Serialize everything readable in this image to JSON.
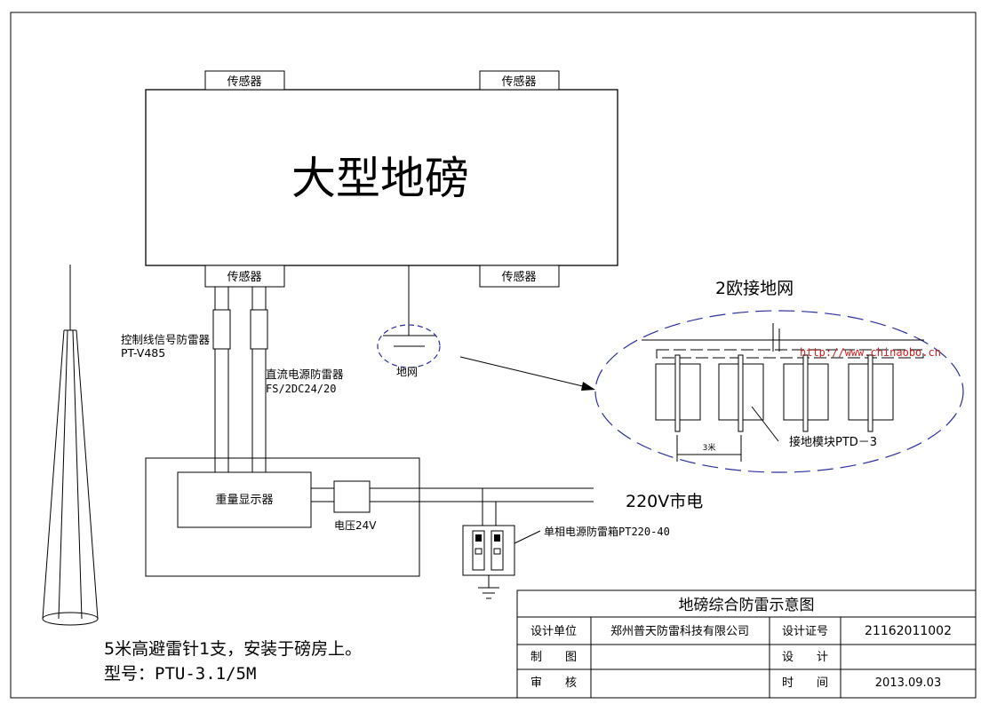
{
  "scale": {
    "title": "大型地磅",
    "sensor_label": "传感器"
  },
  "labels": {
    "signal_spd": "控制线信号防雷器",
    "signal_spd_model": "PT-V485",
    "dc_spd": "直流电源防雷器",
    "dc_spd_model": "FS/2DC24/20",
    "ground_net": "地网",
    "ground_grid_title": "2欧接地网",
    "watermark": "http://www.chinaobo.cn",
    "ground_module": "接地模块PTD－3",
    "spacing": "3米",
    "display": "重量显示器",
    "voltage": "电压24V",
    "mains": "220V市电",
    "ac_spd": "单相电源防雷箱PT220-40",
    "rod_line1": "5米高避雷针1支，安装于磅房上。",
    "rod_line2": "型号：PTU-3.1/5M"
  },
  "title_block": {
    "title": "地磅综合防雷示意图",
    "design_unit_label": "设计单位",
    "design_unit_value": "郑州普天防雷科技有限公司",
    "cert_label": "设计证号",
    "cert_value": "21162011002",
    "drawn_label": "制　　图",
    "design_label": "设　　计",
    "review_label": "审　　核",
    "time_label": "时　　间",
    "time_value": "2013.09.03"
  },
  "colors": {
    "line": "#000000",
    "ellipse_dash": "#2b2f9e",
    "watermark": "#cc2222"
  }
}
